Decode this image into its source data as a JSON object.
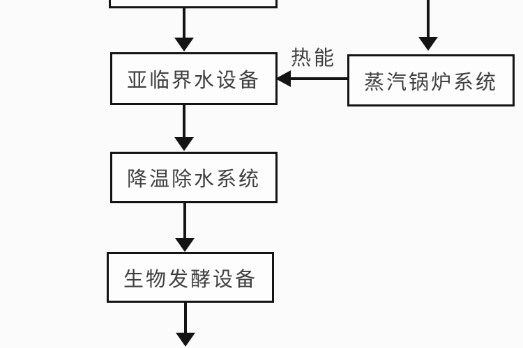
{
  "diagram": {
    "type": "flowchart",
    "nodes": {
      "top_partial": {
        "label": ""
      },
      "subcritical": {
        "label": "亚临界水设备"
      },
      "boiler": {
        "label": "蒸汽锅炉系统"
      },
      "cooling": {
        "label": "降温除水系统"
      },
      "fermentation": {
        "label": "生物发酵设备"
      }
    },
    "edge_labels": {
      "heat": "热能"
    },
    "colors": {
      "background": "#fbfbfb",
      "node_border": "#141414",
      "node_fill": "#fdfdfd",
      "arrow": "#141414",
      "text": "#3f3f3f"
    }
  }
}
